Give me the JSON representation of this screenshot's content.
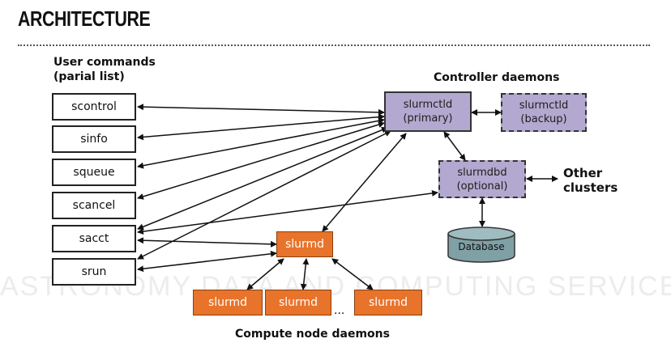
{
  "title": "ARCHITECTURE",
  "watermark": "ASTRONOMY DATA AND COMPUTING SERVICES",
  "labels": {
    "user_commands_line1": "User commands",
    "user_commands_line2": "(parial list)",
    "controller_daemons": "Controller daemons",
    "compute_node_daemons": "Compute node daemons",
    "other_clusters_line1": "Other",
    "other_clusters_line2": "clusters"
  },
  "commands": [
    "scontrol",
    "sinfo",
    "squeue",
    "scancel",
    "sacct",
    "srun"
  ],
  "controllers": {
    "primary": {
      "line1": "slurmctld",
      "line2": "(primary)"
    },
    "backup": {
      "line1": "slurmctld",
      "line2": "(backup)"
    },
    "dbd": {
      "line1": "slurmdbd",
      "line2": "(optional)"
    }
  },
  "database": "Database",
  "compute": {
    "main": "slurmd",
    "nodes": [
      "slurmd",
      "slurmd",
      "slurmd"
    ],
    "ellipsis": "..."
  },
  "colors": {
    "controller_fill": "#b3a8cf",
    "compute_fill": "#e8732a",
    "database_fill": "#7fa0a5"
  }
}
